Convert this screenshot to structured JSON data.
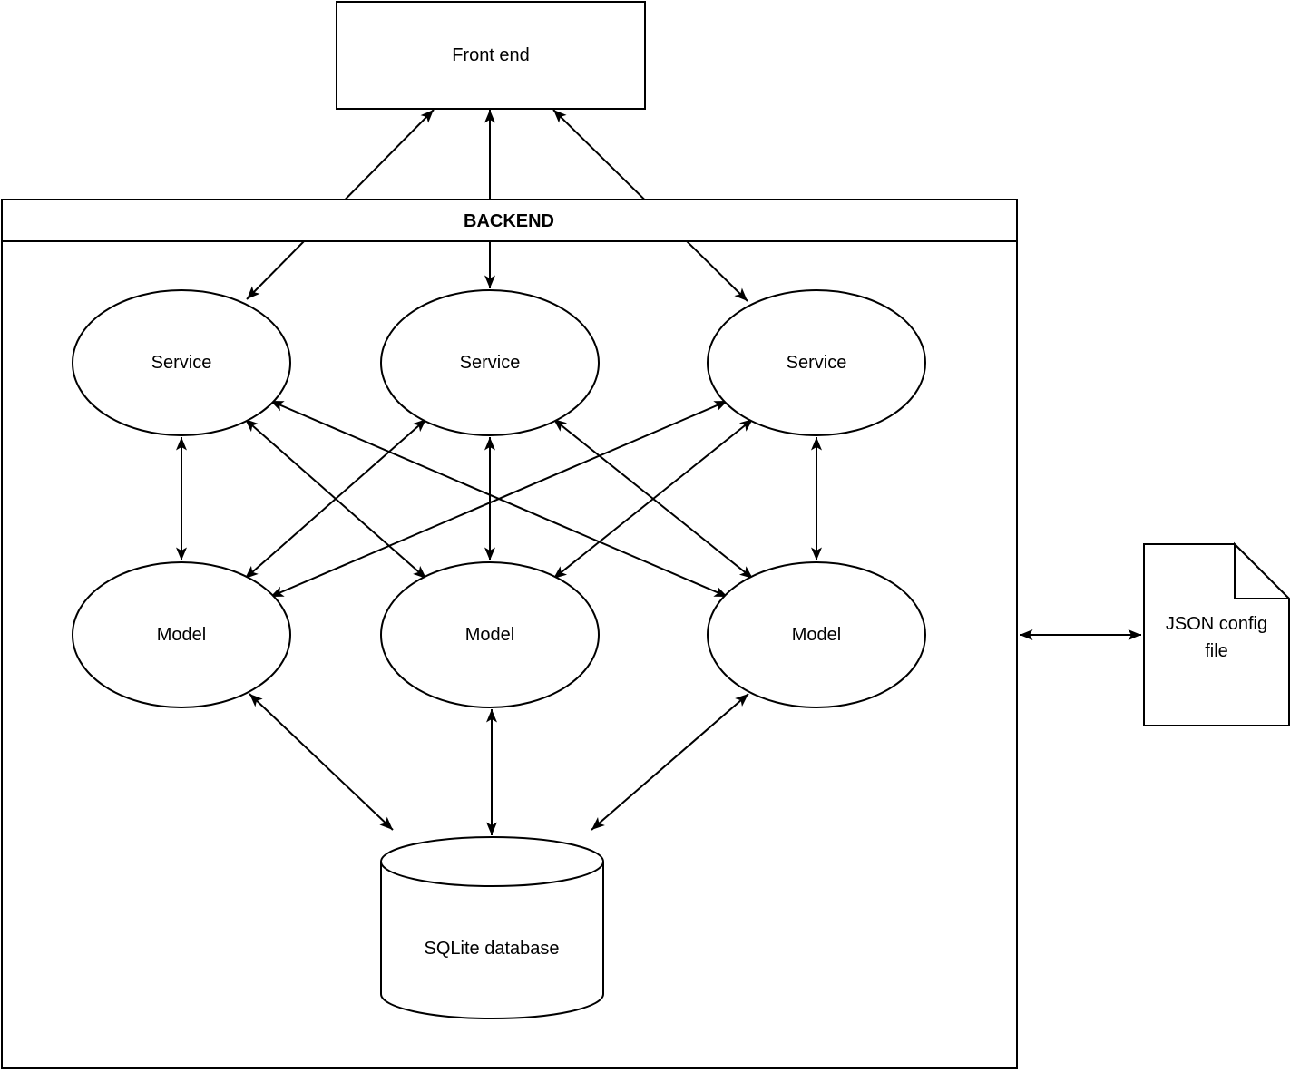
{
  "diagram": {
    "front_end": {
      "label": "Front end"
    },
    "backend": {
      "title": "BACKEND"
    },
    "services": [
      {
        "label": "Service"
      },
      {
        "label": "Service"
      },
      {
        "label": "Service"
      }
    ],
    "models": [
      {
        "label": "Model"
      },
      {
        "label": "Model"
      },
      {
        "label": "Model"
      }
    ],
    "database": {
      "label": "SQLite database"
    },
    "config_file": {
      "label_line1": "JSON config",
      "label_line2": "file"
    },
    "colors": {
      "stroke": "#000000",
      "shape_fill": "#ffffff",
      "fold_fill": "#f2f2f2"
    }
  }
}
